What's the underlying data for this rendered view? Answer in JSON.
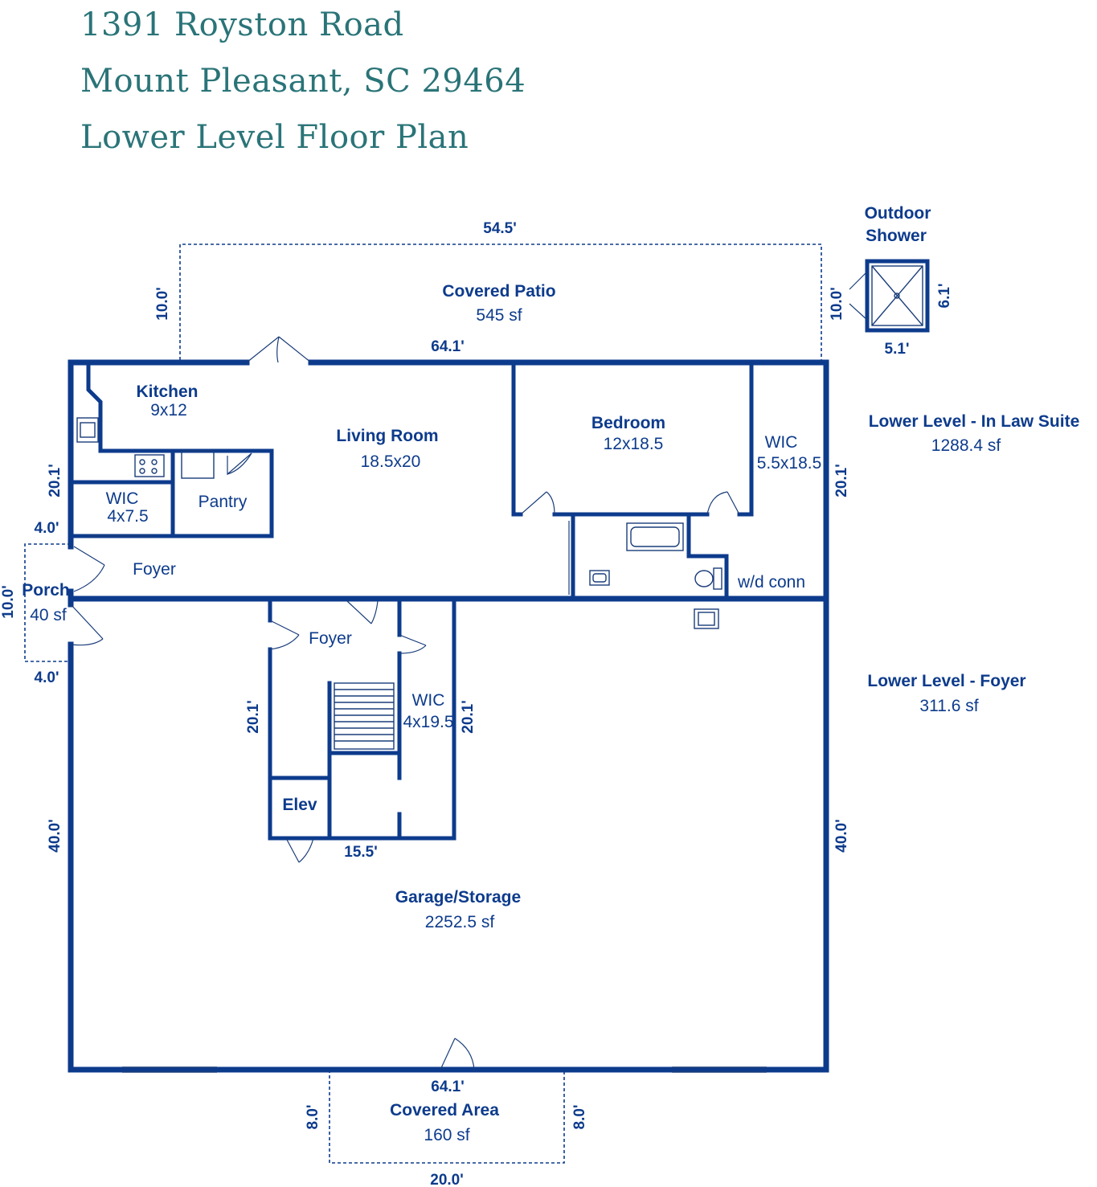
{
  "title": {
    "address_line": "1391 Royston Road",
    "city_line": "Mount Pleasant, SC 29464",
    "plan_line": "Lower Level Floor Plan"
  },
  "rooms": {
    "covered_patio": {
      "name": "Covered Patio",
      "area": "545 sf"
    },
    "kitchen": {
      "name": "Kitchen",
      "size": "9x12"
    },
    "living_room": {
      "name": "Living Room",
      "size": "18.5x20"
    },
    "bedroom": {
      "name": "Bedroom",
      "size": "12x18.5"
    },
    "wic_bedroom": {
      "name": "WIC",
      "size": "5.5x18.5"
    },
    "wic_kitchen": {
      "name": "WIC",
      "size": "4x7.5"
    },
    "pantry": {
      "name": "Pantry"
    },
    "foyer_upper": {
      "name": "Foyer"
    },
    "wd_conn": {
      "name": "w/d conn"
    },
    "porch": {
      "name": "Porch",
      "area": "40 sf"
    },
    "foyer_lower": {
      "name": "Foyer"
    },
    "wic_stair": {
      "name": "WIC",
      "size": "4x19.5"
    },
    "elev": {
      "name": "Elev"
    },
    "garage": {
      "name": "Garage/Storage",
      "area": "2252.5 sf"
    },
    "covered_area": {
      "name": "Covered Area",
      "area": "160 sf"
    }
  },
  "outdoor_shower": {
    "line1": "Outdoor",
    "line2": "Shower"
  },
  "summary": {
    "in_law_title": "Lower Level - In Law Suite",
    "in_law_area": "1288.4 sf",
    "foyer_title": "Lower Level - Foyer",
    "foyer_area": "311.6 sf"
  },
  "dimensions": {
    "patio_width": "54.5'",
    "patio_depth_left": "10.0'",
    "patio_depth_right": "10.0'",
    "suite_width": "64.1'",
    "suite_depth_left": "20.1'",
    "suite_depth_right": "20.1'",
    "shower_depth": "6.1'",
    "shower_width": "5.1'",
    "porch_top": "4.0'",
    "porch_depth": "10.0'",
    "porch_bottom": "4.0'",
    "stair_depth_left": "20.1'",
    "stair_depth_right": "20.1'",
    "stair_width": "15.5'",
    "garage_depth_left": "40.0'",
    "garage_depth_right": "40.0'",
    "garage_width": "64.1'",
    "covered_depth_left": "8.0'",
    "covered_depth_right": "8.0'",
    "covered_width": "20.0'"
  }
}
